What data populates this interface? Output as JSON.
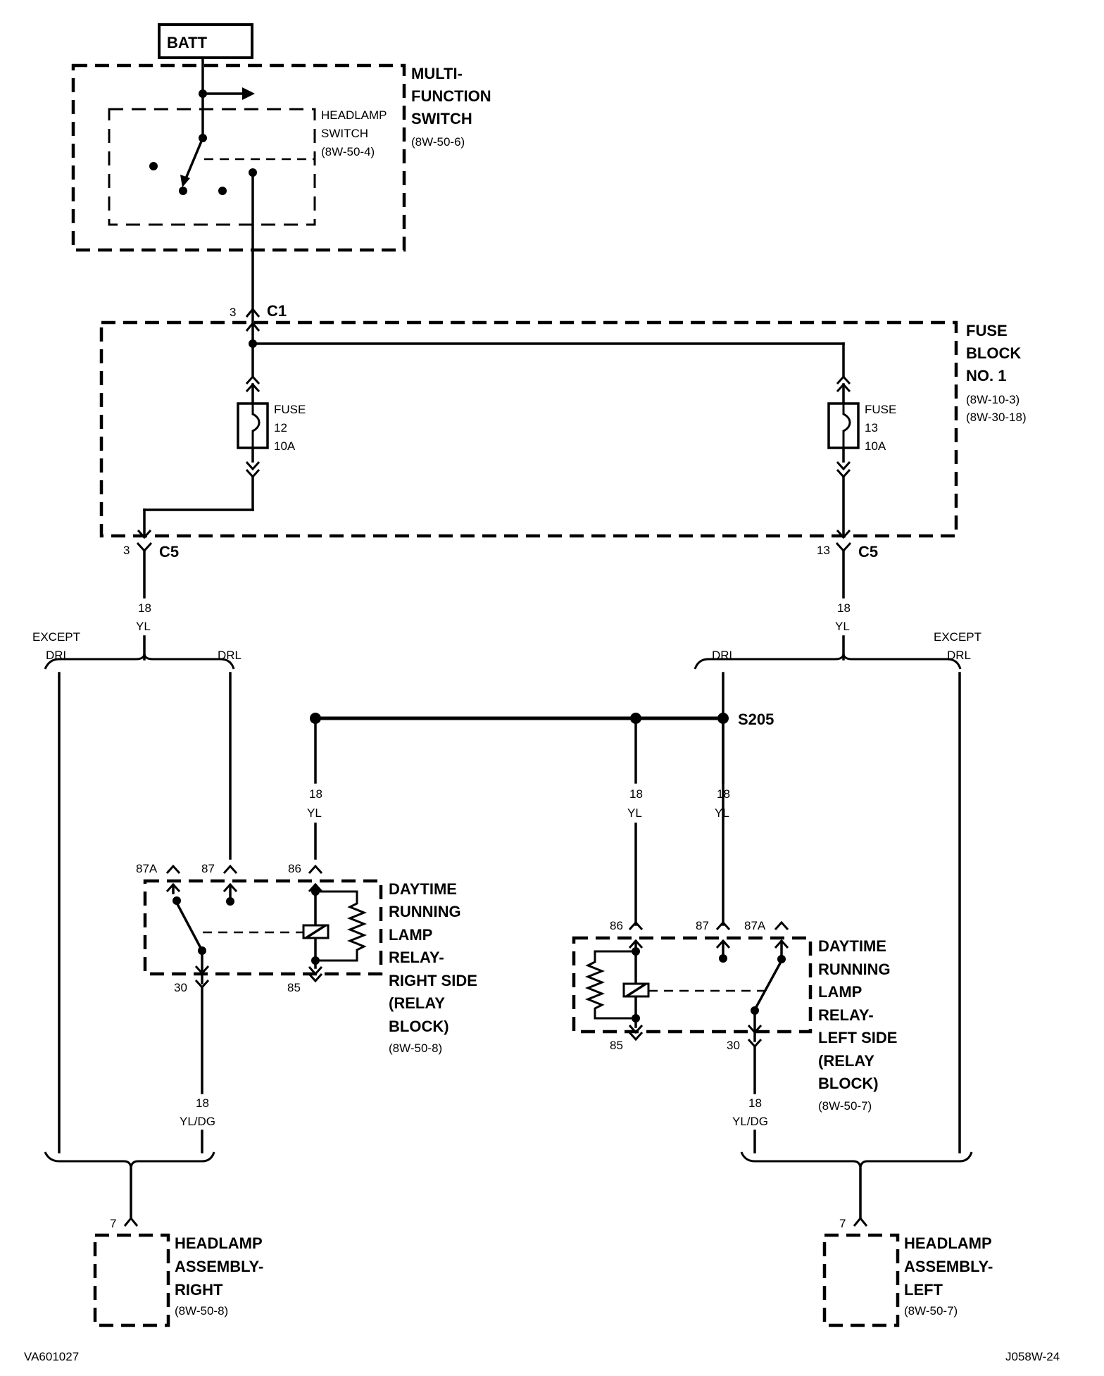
{
  "battery": {
    "label": "BATT"
  },
  "multifunction_switch": {
    "name_lines": [
      "MULTI-",
      "FUNCTION",
      "SWITCH"
    ],
    "ref": "(8W-50-6)",
    "headlamp_switch": {
      "name_lines": [
        "HEADLAMP",
        "SWITCH"
      ],
      "ref": "(8W-50-4)"
    }
  },
  "fuse_block": {
    "name_lines": [
      "FUSE",
      "BLOCK",
      "NO. 1"
    ],
    "refs": [
      "(8W-10-3)",
      "(8W-30-18)"
    ],
    "input": {
      "pin": "3",
      "connector": "C1"
    },
    "fuses": [
      {
        "id": "fuse-12",
        "lines": [
          "FUSE",
          "12",
          "10A"
        ]
      },
      {
        "id": "fuse-13",
        "lines": [
          "FUSE",
          "13",
          "10A"
        ]
      }
    ],
    "outputs": [
      {
        "pin": "3",
        "connector": "C5"
      },
      {
        "pin": "13",
        "connector": "C5"
      }
    ]
  },
  "wires": {
    "left_feed": {
      "gauge": "18",
      "color": "YL"
    },
    "right_feed": {
      "gauge": "18",
      "color": "YL"
    },
    "to_relay_right_86": {
      "gauge": "18",
      "color": "YL"
    },
    "to_relay_left_86": {
      "gauge": "18",
      "color": "YL"
    },
    "to_relay_left_87": {
      "gauge": "18",
      "color": "YL"
    },
    "relay_right_out": {
      "gauge": "18",
      "color": "YL/DG"
    },
    "relay_left_out": {
      "gauge": "18",
      "color": "YL/DG"
    }
  },
  "branches": {
    "left": {
      "except": [
        "EXCEPT",
        "DRL"
      ],
      "drl": "DRL"
    },
    "right": {
      "except": [
        "EXCEPT",
        "DRL"
      ],
      "drl": "DRL"
    }
  },
  "splice": {
    "label": "S205"
  },
  "relay_right": {
    "name_lines": [
      "DAYTIME",
      "RUNNING",
      "LAMP",
      "RELAY-",
      "RIGHT SIDE",
      "(RELAY",
      "BLOCK)"
    ],
    "ref": "(8W-50-8)",
    "pins": {
      "p87a": "87A",
      "p87": "87",
      "p86": "86",
      "p30": "30",
      "p85": "85"
    }
  },
  "relay_left": {
    "name_lines": [
      "DAYTIME",
      "RUNNING",
      "LAMP",
      "RELAY-",
      "LEFT SIDE",
      "(RELAY",
      "BLOCK)"
    ],
    "ref": "(8W-50-7)",
    "pins": {
      "p86": "86",
      "p87": "87",
      "p87a": "87A",
      "p30": "30",
      "p85": "85"
    }
  },
  "headlamp_right": {
    "pin": "7",
    "name_lines": [
      "HEADLAMP",
      "ASSEMBLY-",
      "RIGHT"
    ],
    "ref": "(8W-50-8)"
  },
  "headlamp_left": {
    "pin": "7",
    "name_lines": [
      "HEADLAMP",
      "ASSEMBLY-",
      "LEFT"
    ],
    "ref": "(8W-50-7)"
  },
  "footer": {
    "left_code": "VA601027",
    "right_code": "J058W-24"
  }
}
